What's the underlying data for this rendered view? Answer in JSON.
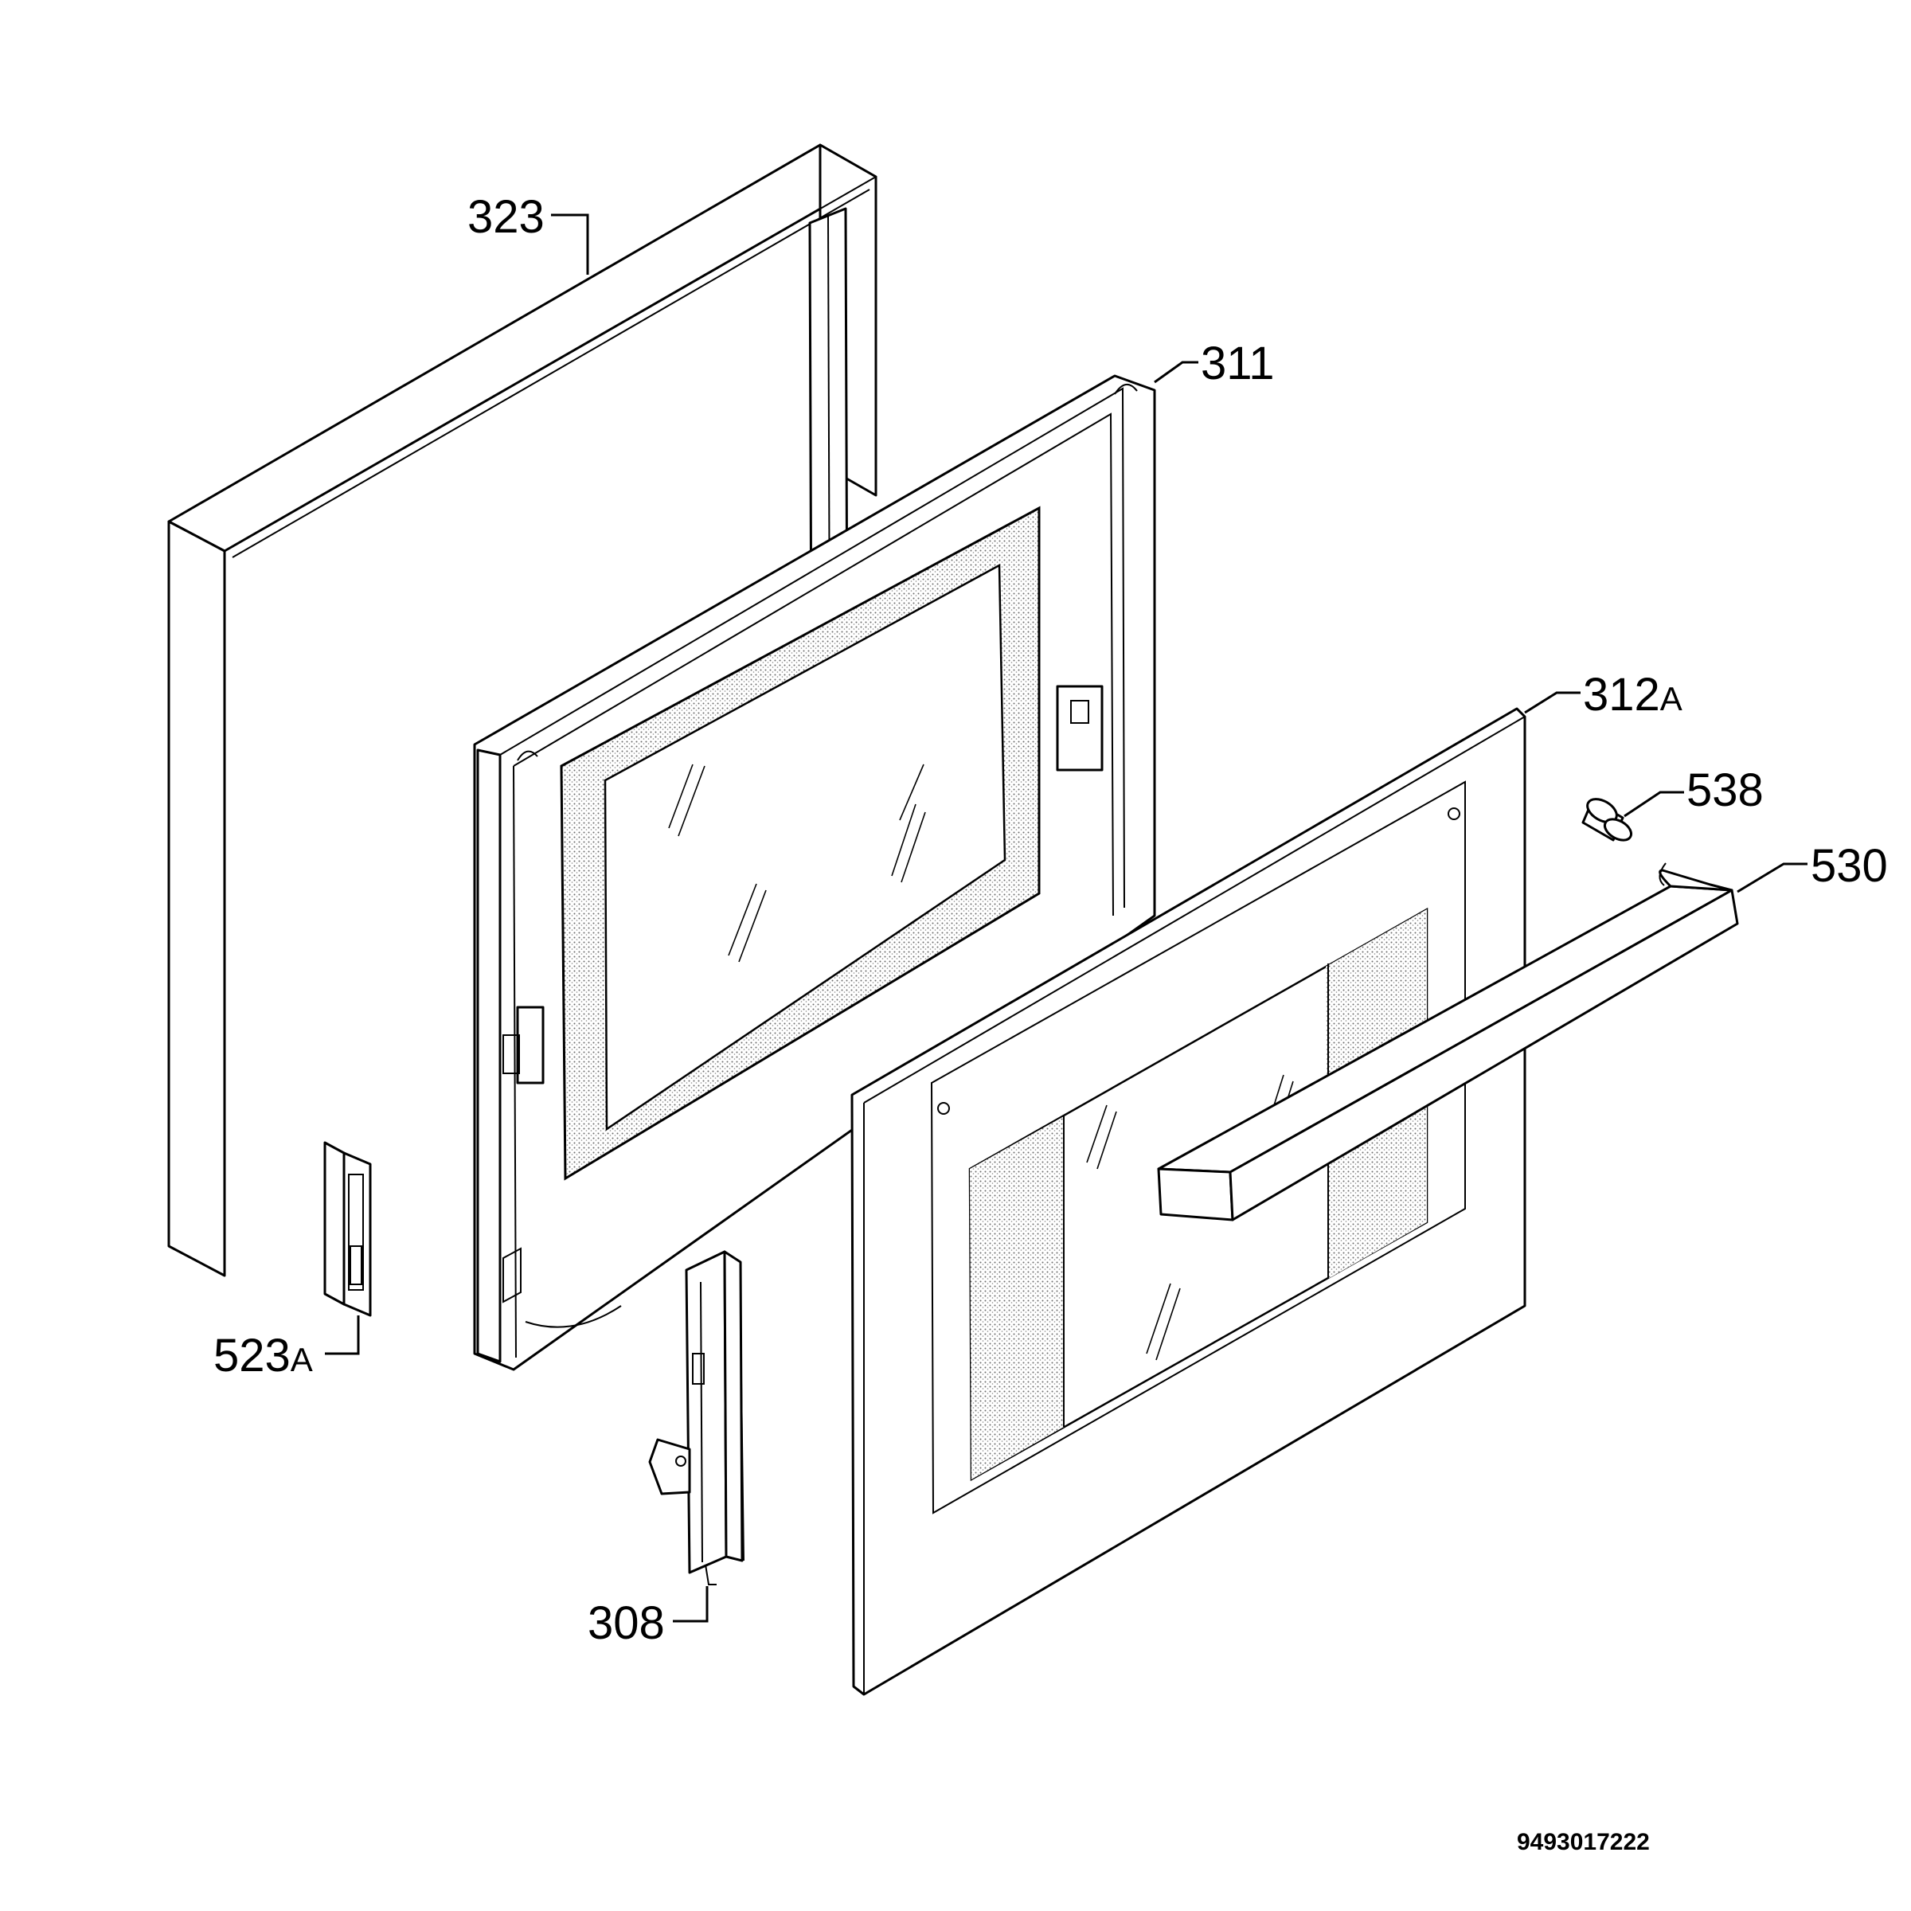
{
  "diagram": {
    "parts": [
      {
        "id": "323",
        "number": "323",
        "suffix": "",
        "name": "outer-frame"
      },
      {
        "id": "311",
        "number": "311",
        "suffix": "",
        "name": "inner-door-panel"
      },
      {
        "id": "312A",
        "number": "312",
        "suffix": "A",
        "name": "outer-glass-panel"
      },
      {
        "id": "538",
        "number": "538",
        "suffix": "",
        "name": "handle-cap"
      },
      {
        "id": "530",
        "number": "530",
        "suffix": "",
        "name": "door-handle"
      },
      {
        "id": "523A",
        "number": "523",
        "suffix": "A",
        "name": "latch-bracket"
      },
      {
        "id": "308",
        "number": "308",
        "suffix": "",
        "name": "hinge"
      }
    ],
    "document_number": "9493017222",
    "colors": {
      "line": "#000000",
      "background": "#ffffff",
      "stipple": "#8a8a8a"
    }
  }
}
